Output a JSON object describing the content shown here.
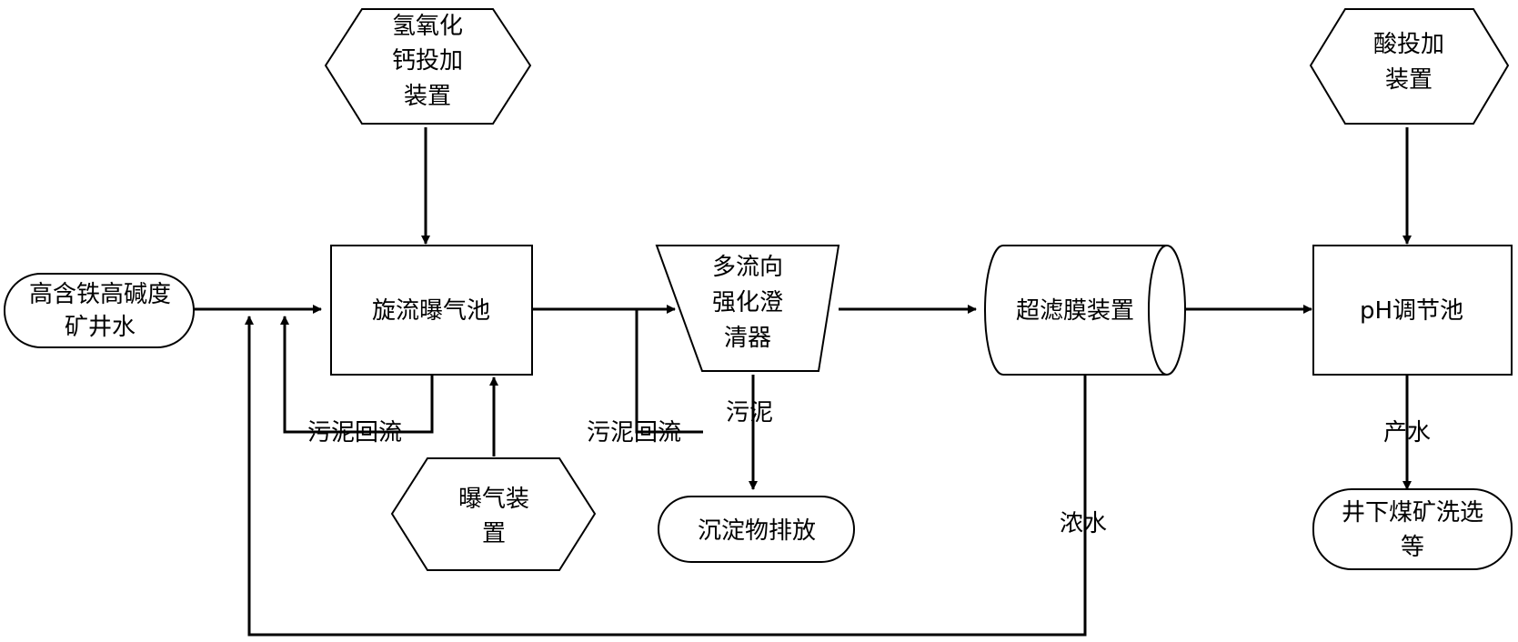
{
  "nodes": {
    "source": [
      "高含铁高碱度",
      "矿井水"
    ],
    "lime_doser": [
      "氢氧化",
      "钙投加",
      "装置"
    ],
    "aeration_tank": [
      "旋流曝气池"
    ],
    "aerator": [
      "曝气装",
      "置"
    ],
    "clarifier": [
      "多流向",
      "强化澄",
      "清器"
    ],
    "discharge": [
      "沉淀物排放"
    ],
    "uf_membrane": [
      "超滤膜装置"
    ],
    "acid_doser": [
      "酸投加",
      "装置"
    ],
    "ph_tank": [
      "pH调节池"
    ],
    "end_use": [
      "井下煤矿洗选",
      "等"
    ]
  },
  "edge_labels": {
    "sludge_return_1": "污泥回流",
    "sludge_return_2": "污泥回流",
    "sludge": "污泥",
    "concentrate": "浓水",
    "product_water": "产水"
  }
}
